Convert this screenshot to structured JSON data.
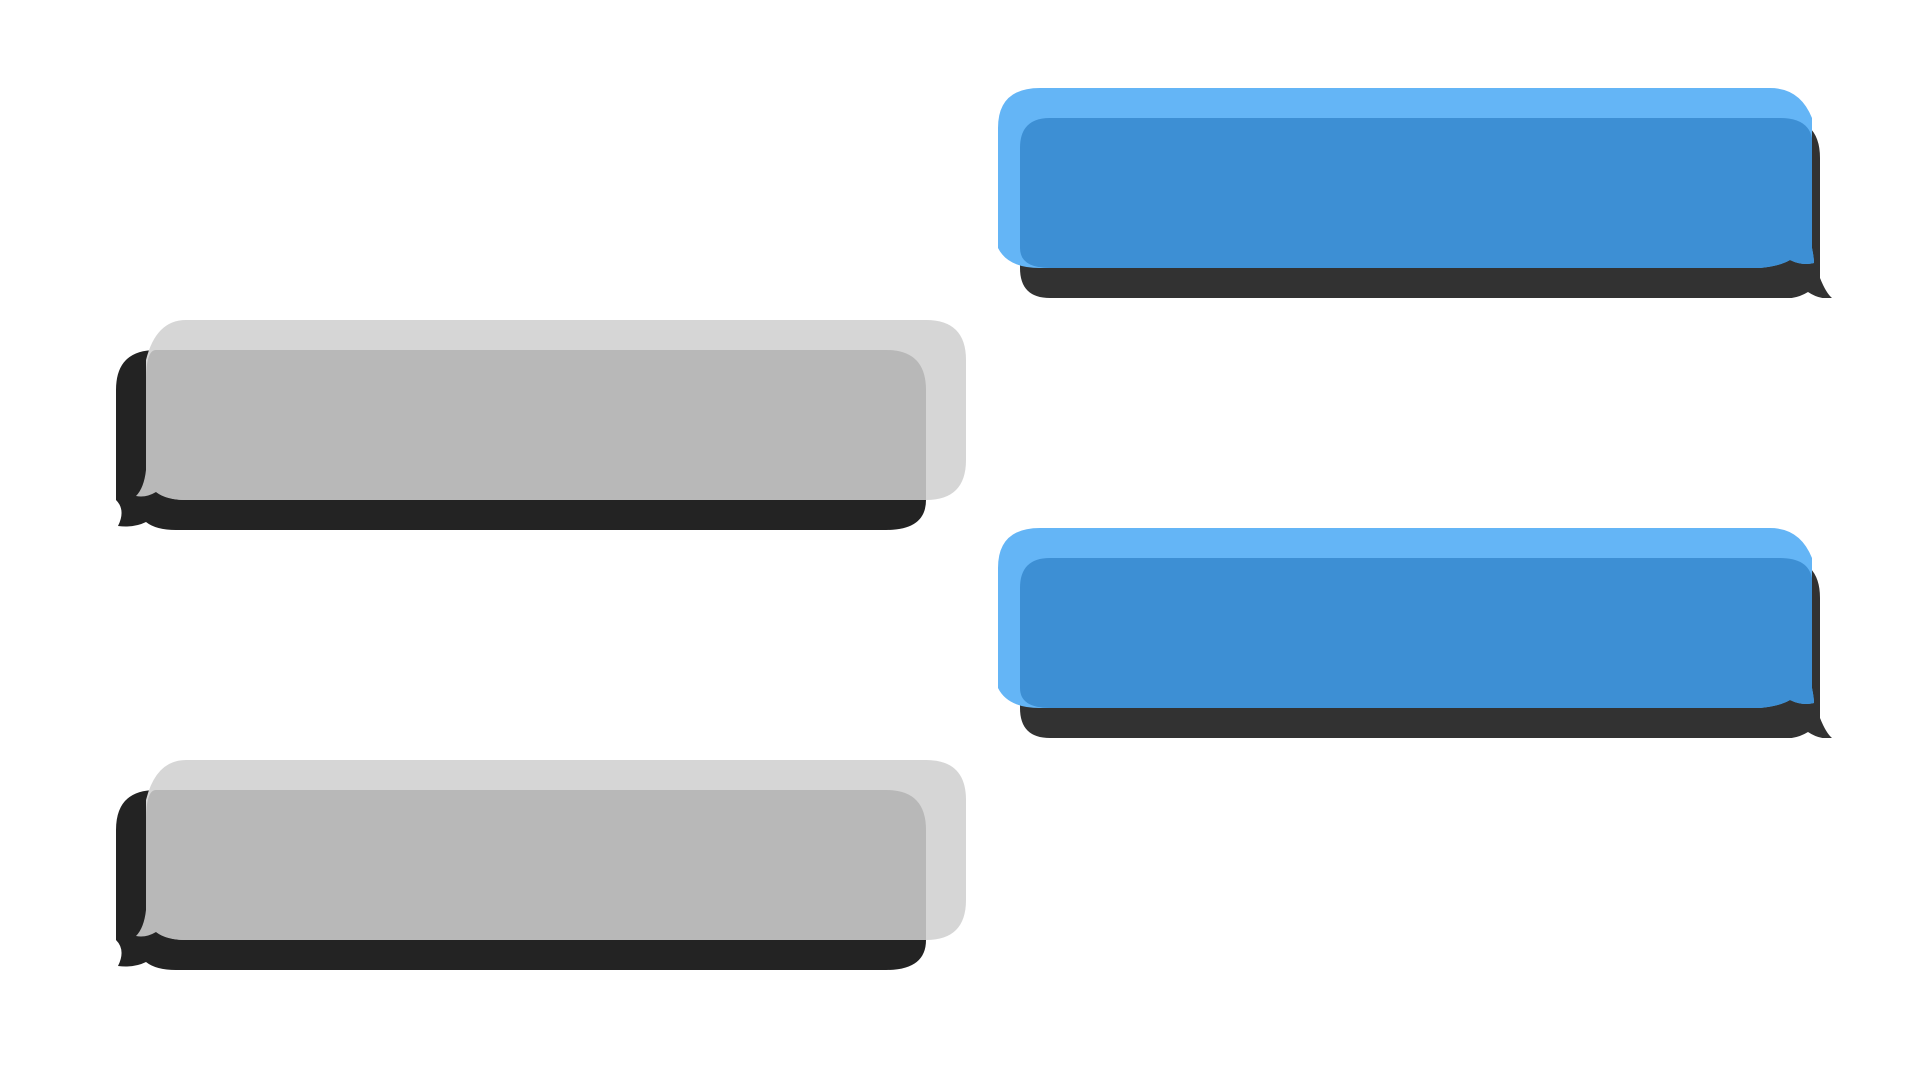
{
  "conversation": {
    "messages": [
      {
        "side": "outgoing",
        "text": ""
      },
      {
        "side": "incoming",
        "text": ""
      },
      {
        "side": "outgoing",
        "text": ""
      },
      {
        "side": "incoming",
        "text": ""
      }
    ]
  },
  "colors": {
    "background": "#ffffff",
    "outgoing_front": "#64b5f6",
    "outgoing_back": "#3d8fd4",
    "outgoing_shadow": "#323232",
    "incoming_front": "#d6d6d6",
    "incoming_back": "#b8b8b8",
    "incoming_shadow": "#232323"
  }
}
